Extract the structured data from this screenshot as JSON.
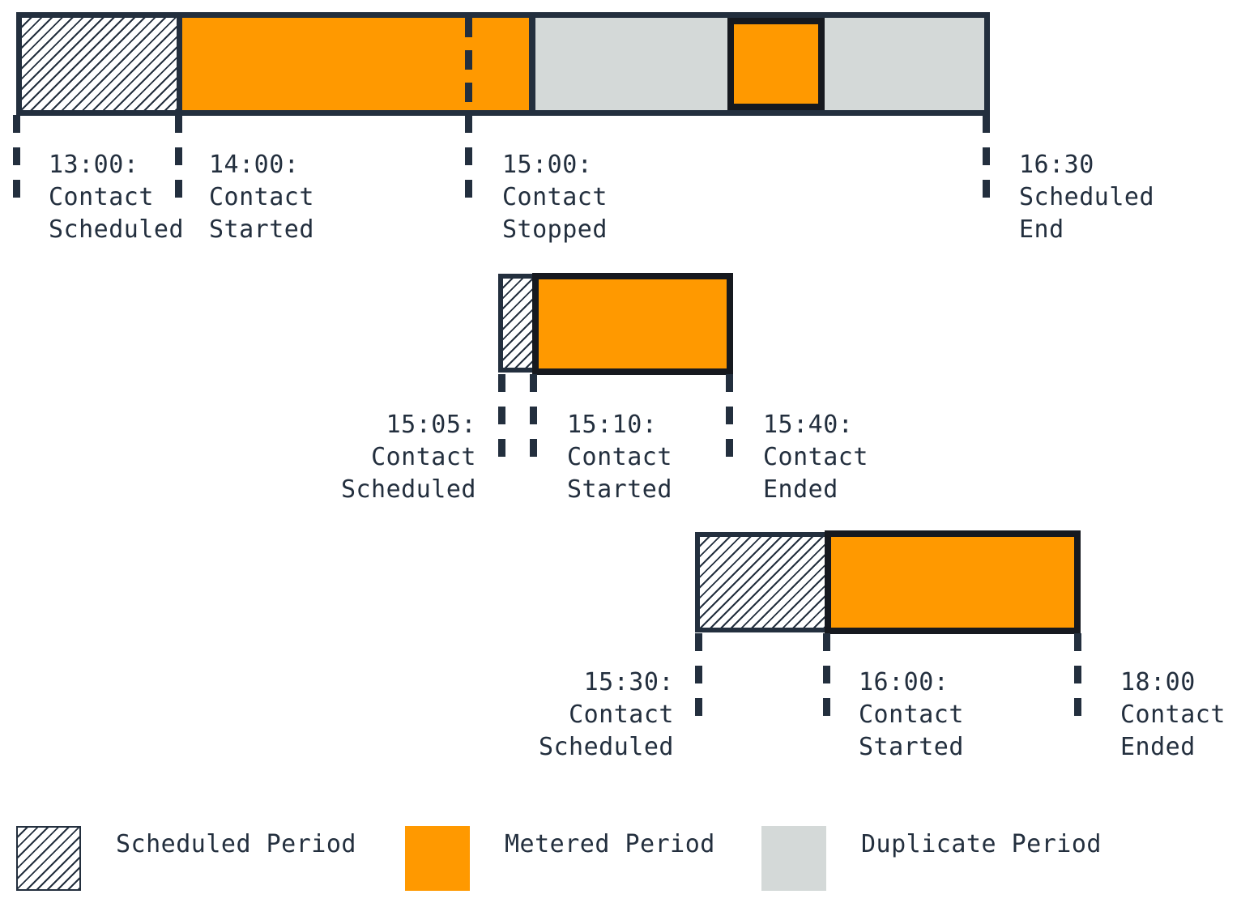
{
  "colors": {
    "ink": "#232F3E",
    "metered": "#FF9900",
    "duplicate": "#D4D9D8",
    "metered_border": "#16191F",
    "background": "#FFFFFF"
  },
  "timelines": [
    {
      "id": "contact-1",
      "events": [
        {
          "time": "13:00:",
          "line2": "Contact",
          "line3": "Scheduled"
        },
        {
          "time": "14:00:",
          "line2": "Contact",
          "line3": "Started"
        },
        {
          "time": "15:00:",
          "line2": "Contact",
          "line3": "Stopped"
        },
        {
          "time": "16:30",
          "line2": "Scheduled",
          "line3": "End"
        }
      ],
      "segments": [
        {
          "type": "scheduled",
          "from": "13:00",
          "to": "14:00"
        },
        {
          "type": "metered",
          "from": "14:00",
          "to": "15:10"
        },
        {
          "type": "duplicate",
          "from": "15:10",
          "to": "15:40"
        },
        {
          "type": "metered",
          "from": "15:40",
          "to": "16:00"
        },
        {
          "type": "duplicate",
          "from": "16:00",
          "to": "16:30"
        }
      ]
    },
    {
      "id": "contact-2",
      "events": [
        {
          "time": "15:05:",
          "line2": "Contact",
          "line3": "Scheduled"
        },
        {
          "time": "15:10:",
          "line2": "Contact",
          "line3": "Started"
        },
        {
          "time": "15:40:",
          "line2": "Contact",
          "line3": "Ended"
        }
      ],
      "segments": [
        {
          "type": "scheduled",
          "from": "15:05",
          "to": "15:10"
        },
        {
          "type": "metered",
          "from": "15:10",
          "to": "15:40"
        }
      ]
    },
    {
      "id": "contact-3",
      "events": [
        {
          "time": "15:30:",
          "line2": "Contact",
          "line3": "Scheduled"
        },
        {
          "time": "16:00:",
          "line2": "Contact",
          "line3": "Started"
        },
        {
          "time": "18:00",
          "line2": "Contact",
          "line3": "Ended"
        }
      ],
      "segments": [
        {
          "type": "scheduled",
          "from": "15:30",
          "to": "16:00"
        },
        {
          "type": "metered",
          "from": "16:00",
          "to": "18:00"
        }
      ]
    }
  ],
  "legend": [
    {
      "label": "Scheduled Period",
      "swatch": "hatched"
    },
    {
      "label": "Metered Period",
      "swatch": "orange"
    },
    {
      "label": "Duplicate Period",
      "swatch": "gray"
    }
  ]
}
